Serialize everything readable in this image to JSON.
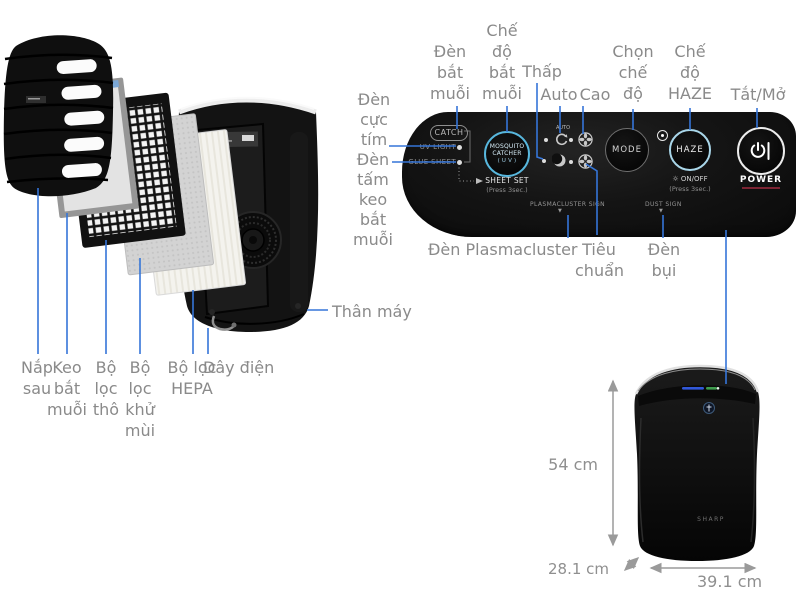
{
  "colors": {
    "leader_blue": "#3575d8",
    "label_gray": "#8a8a8a",
    "dimension_gray": "#9a9a9a",
    "mosquito_ring_blue": "#58b7dd",
    "haze_ring_blue": "#a9d6e9",
    "power_underline_red": "#7d2433",
    "panel_black": "#0f0f0f"
  },
  "icons": {
    "sun": "☼",
    "triangle_down": "▼"
  },
  "exploded": {
    "labels": {
      "nap_sau": "Nắp sau",
      "keo_bat_muoi": "Keo bắt muỗi",
      "bo_loc_tho": "Bộ lọc thô",
      "bo_loc_khu_mui": "Bộ lọc khử mùi",
      "bo_loc_hepa": "Bộ lọc HEPA",
      "day_dien": "Dây điện",
      "than_may": "Thân máy"
    }
  },
  "control_panel": {
    "callouts_top": {
      "den_bat_muoi": "Đèn bắt muỗi",
      "che_do_bat_muoi": "Chế độ bắt muỗi",
      "thap": "Thấp",
      "auto": "Auto",
      "cao": "Cao",
      "chon_che_do": "Chọn chế độ",
      "che_do_haze": "Chế độ HAZE",
      "tat_mo": "Tắt/Mở"
    },
    "callouts_left": {
      "den_cuc_tim": "Đèn cực tím",
      "den_tam_keo_bat_muoi": "Đèn tấm keo bắt muỗi"
    },
    "callouts_bottom": {
      "den_plasmacluster": "Đèn Plasmacluster",
      "tieu_chuan": "Tiêu chuẩn",
      "den_bui": "Đèn bụi"
    },
    "printed": {
      "catch": "CATCH",
      "uv_light": "UV LIGHT",
      "glue_sheet": "GLUE SHEET",
      "mosquito_l1": "MOSQUITO",
      "mosquito_l2": "CATCHER",
      "mosquito_l3": "( U V )",
      "sheet_set": "SHEET SET",
      "sheet_set_note": "(Press 3sec.)",
      "auto_small": "AUTO",
      "mode": "MODE",
      "haze": "HAZE",
      "haze_onoff": "ON/OFF",
      "haze_note": "(Press 3sec.)",
      "power": "POWER",
      "plasmacluster_sign": "PLASMACLUSTER SIGN",
      "dust_sign": "DUST SIGN"
    }
  },
  "product": {
    "brand": "SHARP",
    "dimensions": {
      "height": "54 cm",
      "depth": "28.1 cm",
      "width": "39.1 cm"
    }
  }
}
